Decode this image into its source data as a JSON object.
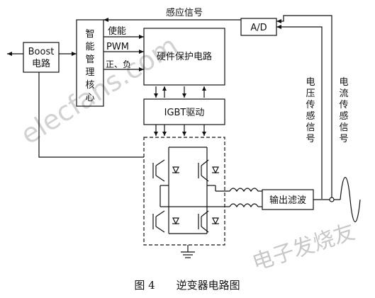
{
  "blocks": {
    "boost": [
      "Boost",
      "电路"
    ],
    "core": [
      "智",
      "能",
      "管",
      "理",
      "核",
      "心"
    ],
    "hw_protect": "硬件保护电路",
    "igbt_drive": "IGBT驱动",
    "ad": "A/D",
    "output_filter": "输出滤波"
  },
  "signals": {
    "enable": "使能",
    "pwm": "PWM",
    "pos_neg": "正、负",
    "induction": "感应信号",
    "voltage_sense": [
      "电",
      "压",
      "传",
      "感",
      "信",
      "号"
    ],
    "current_sense": [
      "电",
      "流",
      "传",
      "感",
      "信",
      "号"
    ]
  },
  "caption": "图 4　　逆变器电路图",
  "watermarks": [
    "elecfans.com",
    "电子发烧友"
  ]
}
